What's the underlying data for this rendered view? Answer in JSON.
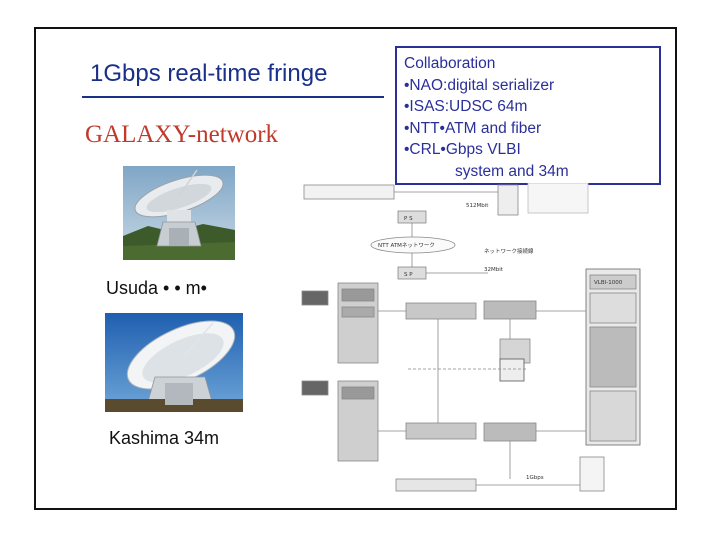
{
  "slide": {
    "title": "1Gbps real-time fringe",
    "subtitle": "GALAXY-network",
    "collaboration": {
      "heading": "Collaboration",
      "items": [
        "•NAO:digital serializer",
        "•ISAS:UDSC 64m",
        "•NTT•ATM and fiber",
        "•CRL•Gbps VLBI",
        "system and 34m"
      ]
    },
    "photos": [
      {
        "caption": "Usuda  • • m•",
        "icon": "radio-telescope-photo"
      },
      {
        "caption": "Kashima 34m",
        "icon": "radio-telescope-photo"
      }
    ],
    "diagram": {
      "icon": "system-block-diagram",
      "labels": [
        "P S",
        "S P",
        "NTT ATMネットワーク",
        "ネットワーク接続線",
        "VLBI-1000",
        "512Mbit",
        "32Mbit",
        "1Gbps"
      ]
    }
  }
}
